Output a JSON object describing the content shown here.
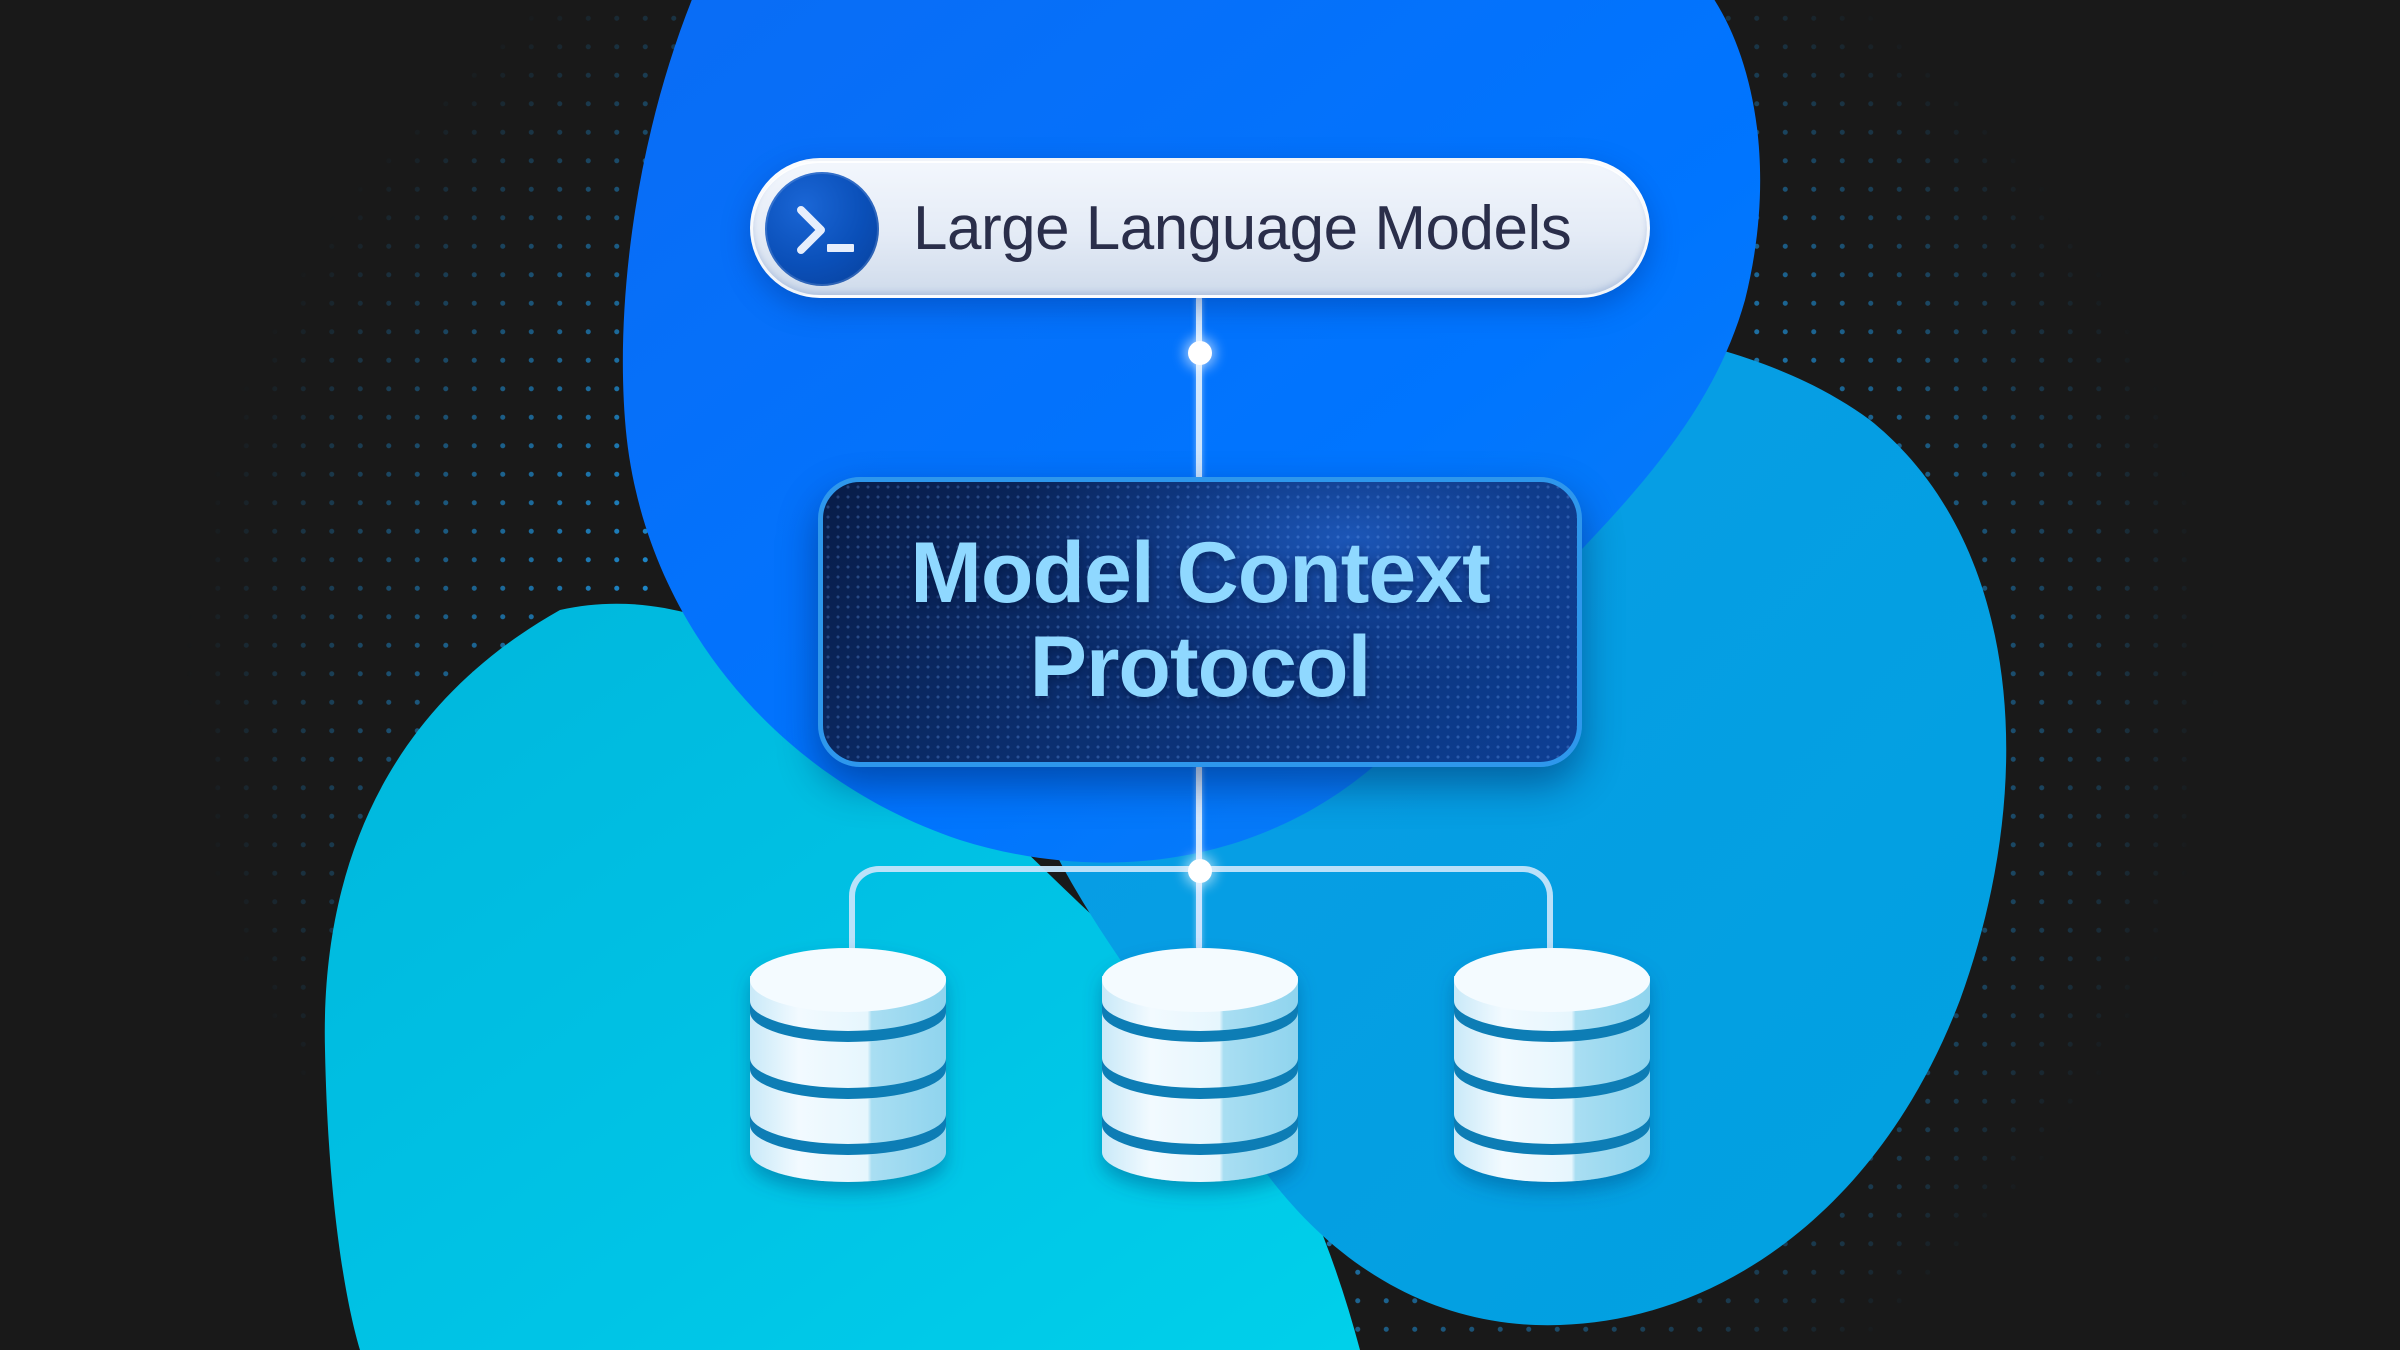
{
  "diagram": {
    "llm_node": {
      "label": "Large Language Models",
      "icon": "terminal-prompt-icon"
    },
    "mcp_node": {
      "title_line1": "Model Context",
      "title_line2": "Protocol"
    },
    "data_sources": [
      {
        "icon": "database-icon"
      },
      {
        "icon": "database-icon"
      },
      {
        "icon": "database-icon"
      }
    ],
    "edges": [
      {
        "from": "Large Language Models",
        "to": "Model Context Protocol"
      },
      {
        "from": "Model Context Protocol",
        "to": "database-1"
      },
      {
        "from": "Model Context Protocol",
        "to": "database-2"
      },
      {
        "from": "Model Context Protocol",
        "to": "database-3"
      }
    ]
  },
  "colors": {
    "background": "#191919",
    "dot_pattern": "#1e8fd6",
    "blob_dark_blue": "#0a6cf5",
    "blob_mid_blue": "#0098df",
    "blob_cyan": "#00c2e4",
    "mcp_box_border": "#2e97ec",
    "mcp_title": "#8fd8ff",
    "pill_text": "#2a2e4a",
    "db_band": "#0b7db5"
  }
}
